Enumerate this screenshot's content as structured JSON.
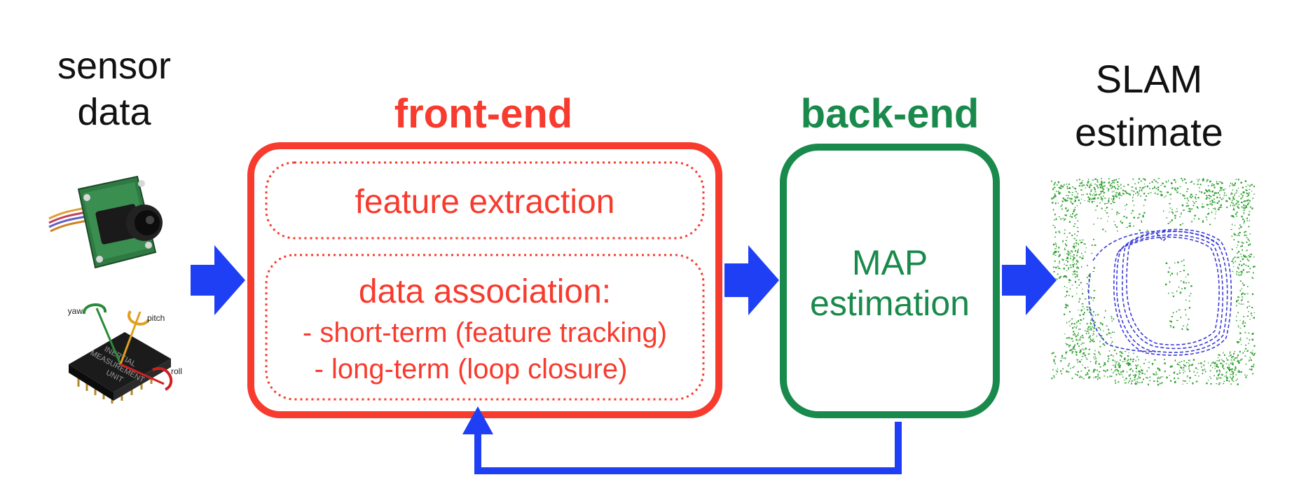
{
  "colors": {
    "front_end": "#f73b2e",
    "back_end": "#1a8a4c",
    "arrow": "#1f3ff5",
    "map_points": "#2ea02e",
    "trajectory": "#3a3ad8",
    "text": "#111111"
  },
  "input": {
    "label_line1": "sensor",
    "label_line2": "data",
    "camera_icon": "camera-module-icon",
    "imu_icon": "imu-chip-icon",
    "imu_labels": {
      "yaw": "yaw",
      "pitch": "pitch",
      "roll": "roll",
      "chip_line1": "INERTIAL",
      "chip_line2": "MEASUREMENT",
      "chip_line3": "UNIT"
    }
  },
  "front_end": {
    "title": "front-end",
    "feature_extraction": "feature extraction",
    "data_association_title": "data association:",
    "short_term": "- short-term (feature tracking)",
    "long_term": "- long-term (loop closure)"
  },
  "back_end": {
    "title": "back-end",
    "line1": "MAP",
    "line2": "estimation"
  },
  "output": {
    "label_line1": "SLAM",
    "label_line2": "estimate",
    "map_icon": "slam-map-icon"
  }
}
